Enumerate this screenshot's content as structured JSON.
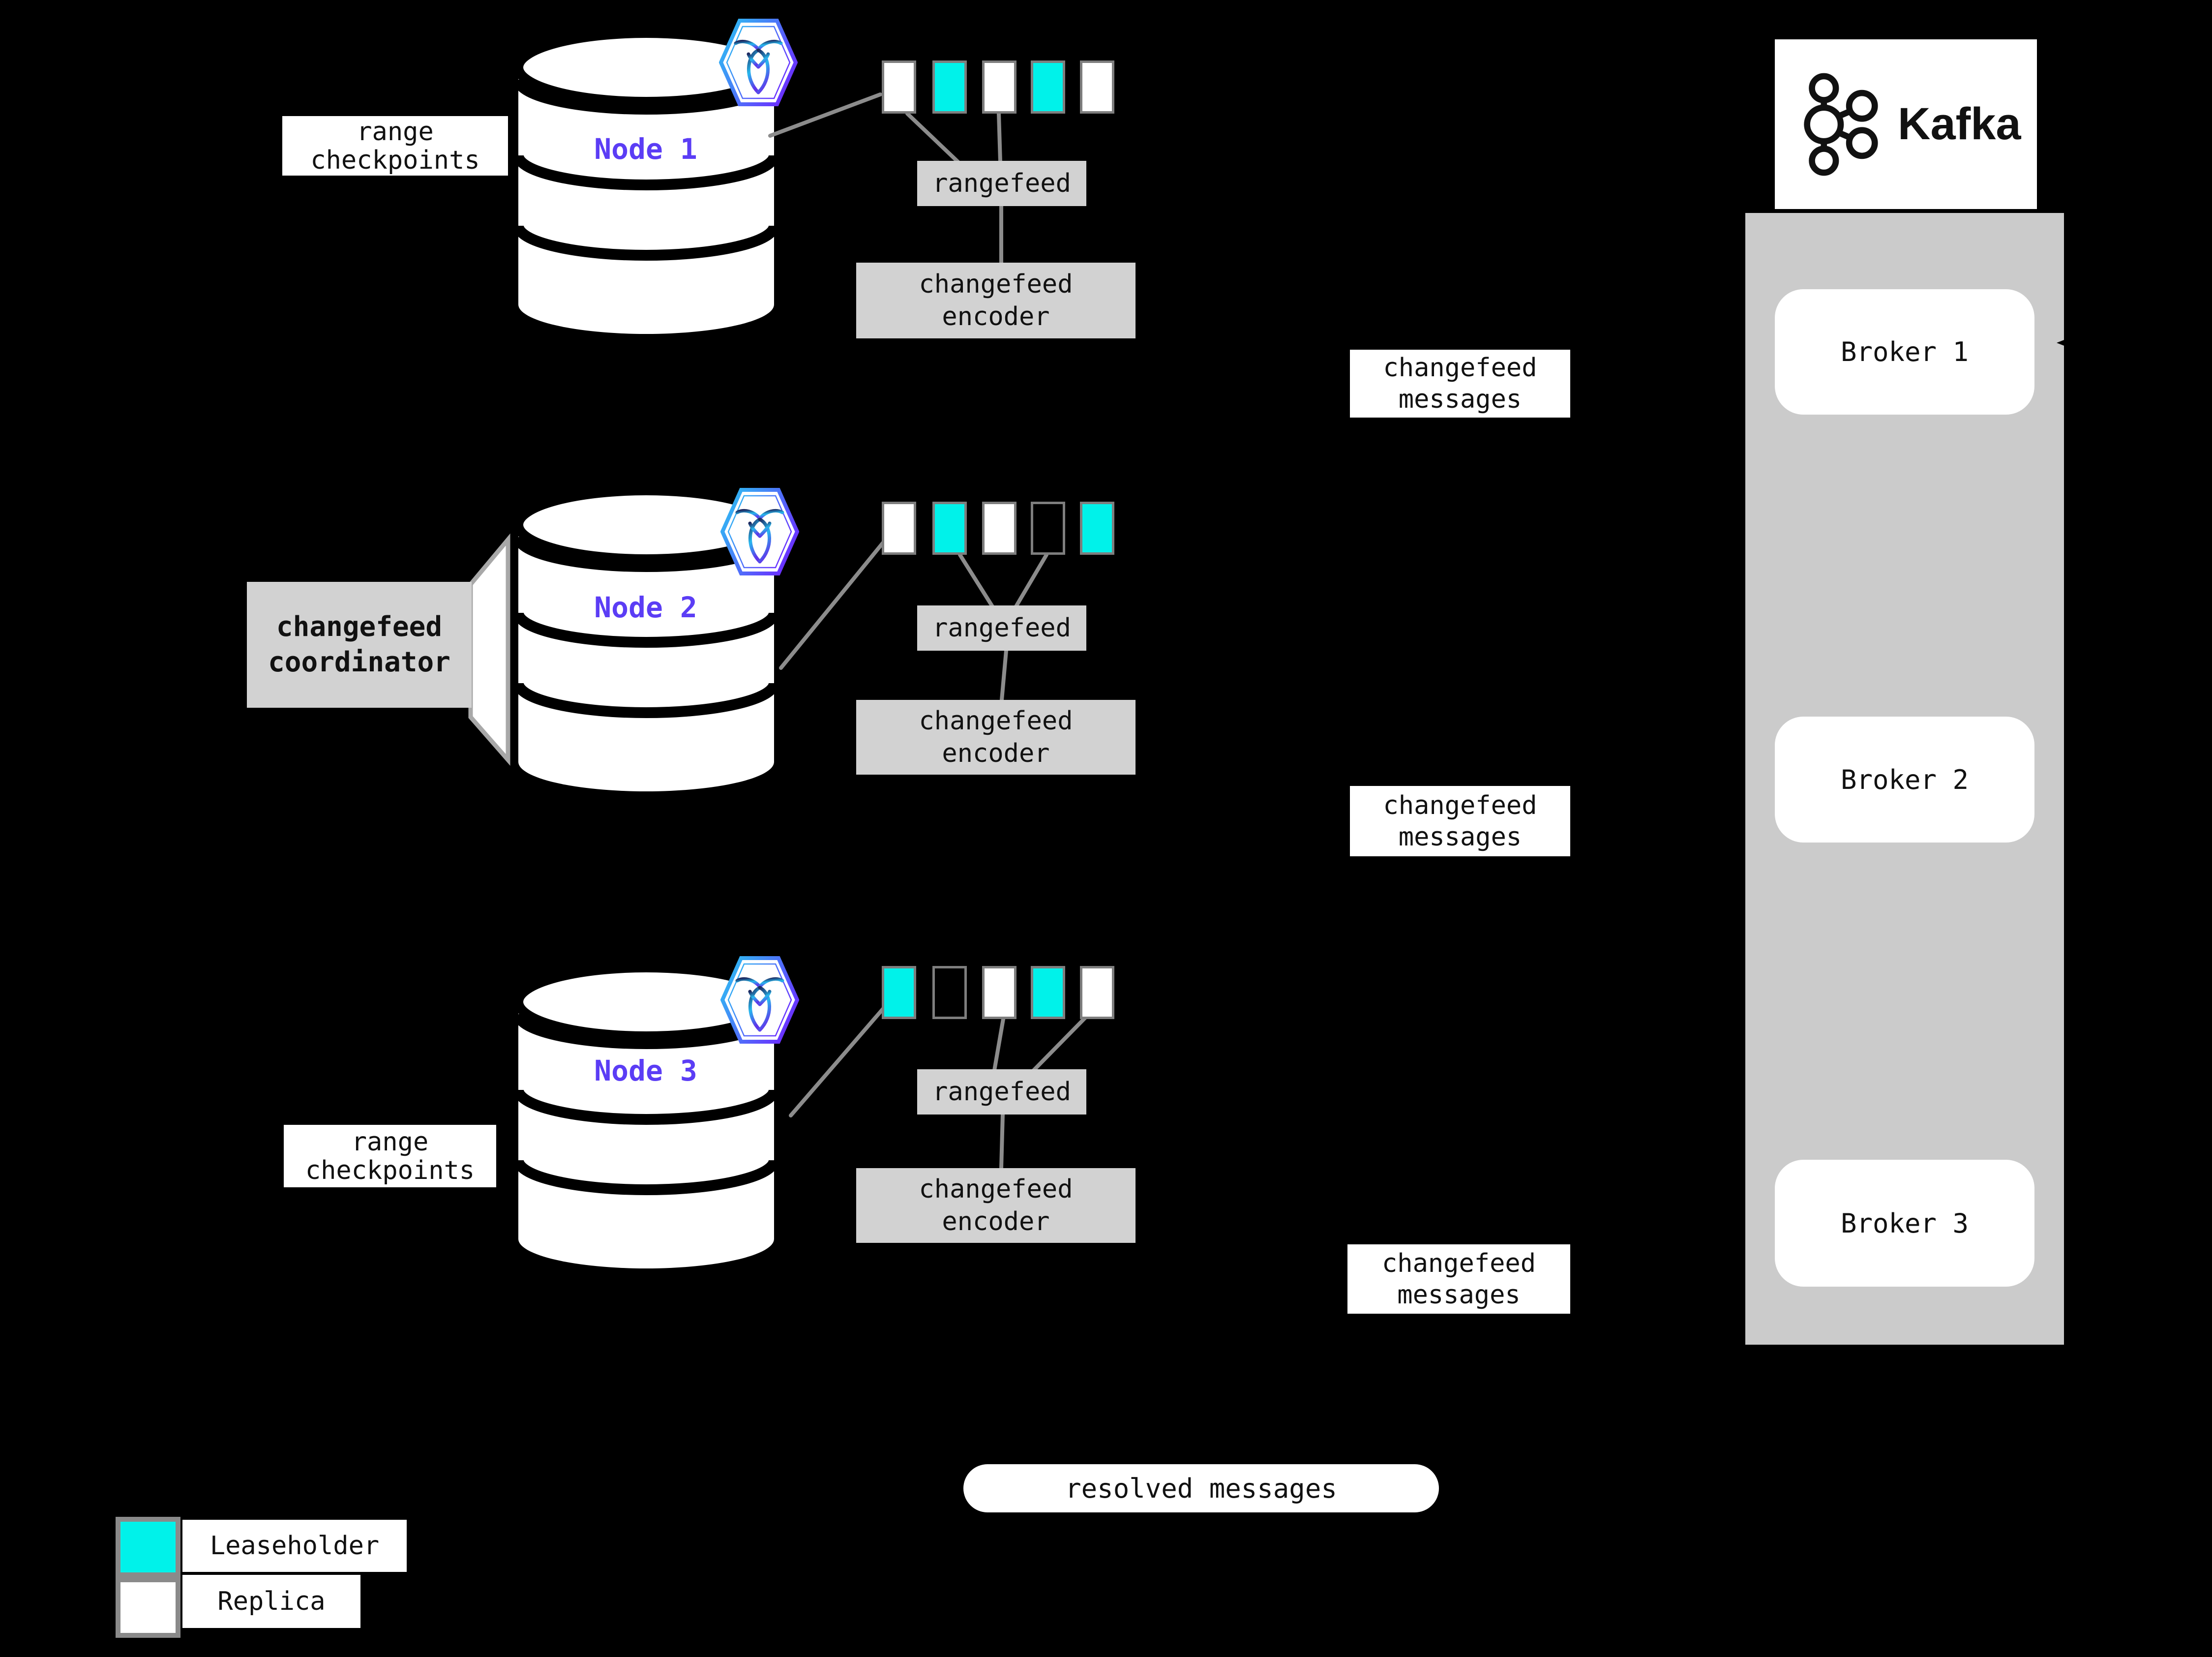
{
  "colors": {
    "cyan": "#00F2EA",
    "node-purple": "#5B3DF5",
    "box-gray": "#D2D2D2",
    "panel-gray": "#CBCBCB",
    "block-border": "#7E7E7E",
    "line-gray": "#8C8C8C",
    "legend-border": "#8A8A8A"
  },
  "nodes": [
    {
      "label": "Node 1",
      "annotation": "range\ncheckpoints",
      "rangefeed_label": "rangefeed",
      "encoder_label": "changefeed\nencoder",
      "messages_label": "changefeed\nmessages",
      "ranges": [
        "replica",
        "leaseholder",
        "replica",
        "leaseholder",
        "replica"
      ]
    },
    {
      "label": "Node 2",
      "annotation": "changefeed\ncoordinator",
      "rangefeed_label": "rangefeed",
      "encoder_label": "changefeed\nencoder",
      "messages_label": "changefeed\nmessages",
      "ranges": [
        "replica",
        "leaseholder",
        "replica",
        "empty",
        "leaseholder"
      ]
    },
    {
      "label": "Node 3",
      "annotation": "range\ncheckpoints",
      "rangefeed_label": "rangefeed",
      "encoder_label": "changefeed\nencoder",
      "messages_label": "changefeed\nmessages",
      "ranges": [
        "leaseholder",
        "empty",
        "replica",
        "leaseholder",
        "replica"
      ]
    }
  ],
  "kafka": {
    "logo_text": "Kafka",
    "brokers": [
      {
        "label": "Broker 1"
      },
      {
        "label": "Broker 2"
      },
      {
        "label": "Broker 3"
      }
    ]
  },
  "footer": {
    "resolved_label": "resolved messages"
  },
  "legend": {
    "items": [
      {
        "swatch": "leaseholder",
        "label": "Leaseholder"
      },
      {
        "swatch": "replica",
        "label": "Replica"
      }
    ]
  }
}
